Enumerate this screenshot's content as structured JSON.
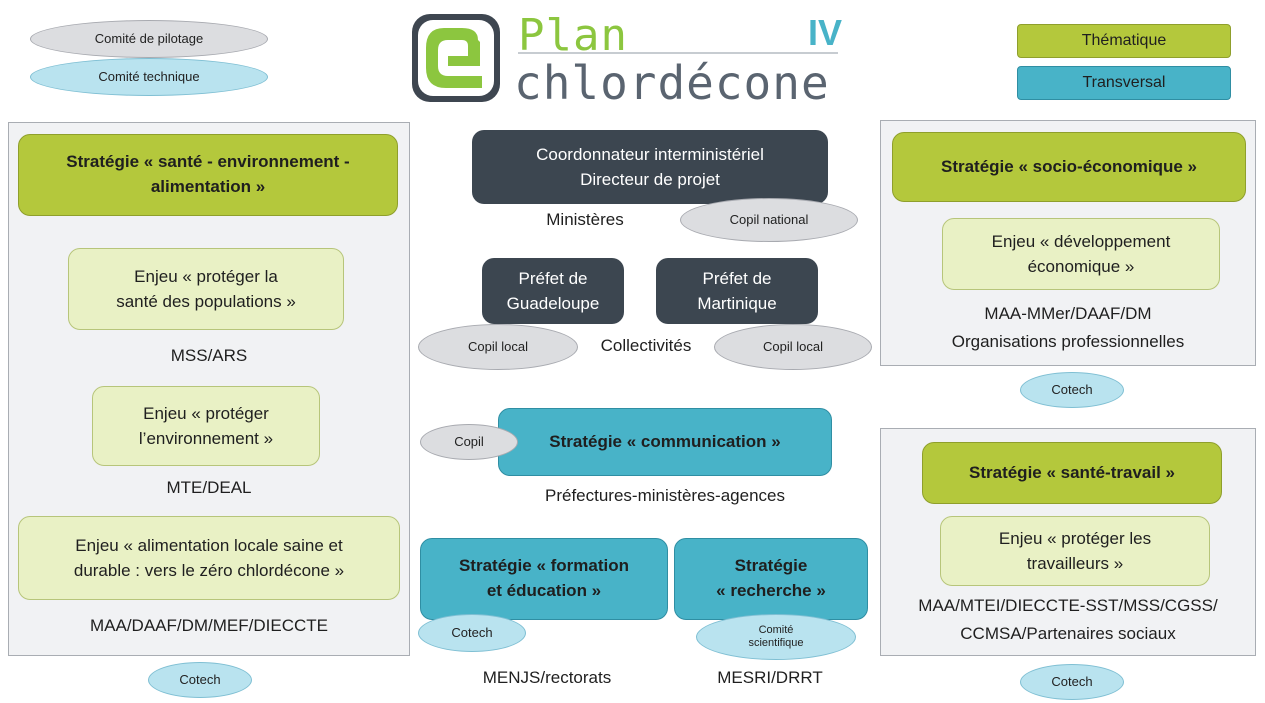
{
  "governance_legend": {
    "steering": "Comité de pilotage",
    "technical": "Comité technique"
  },
  "logo": {
    "word1": "Plan",
    "word2": "chlordécone",
    "numeral": "IV"
  },
  "type_legend": {
    "thematic": "Thématique",
    "transversal": "Transversal"
  },
  "left": {
    "strategy": "Stratégie « santé - environnement - alimentation »",
    "stakes": [
      {
        "title": "Enjeu « protéger la\nsanté des populations »",
        "actor": "MSS/ARS"
      },
      {
        "title": "Enjeu « protéger\nl’environnement »",
        "actor": "MTE/DEAL"
      },
      {
        "title": "Enjeu « alimentation locale saine et\ndurable : vers le zéro chlordécone »",
        "actor": "MAA/DAAF/DM/MEF/DIECCTE"
      }
    ],
    "committee": "Cotech"
  },
  "center": {
    "coordinator": "Coordonnateur interministériel\nDirecteur de projet",
    "ministries": "Ministères",
    "copil_national": "Copil national",
    "prefect_guadeloupe": "Préfet de\nGuadeloupe",
    "prefect_martinique": "Préfet de\nMartinique",
    "copil_local_left": "Copil local",
    "copil_local_right": "Copil local",
    "collectivities": "Collectivités",
    "communication": "Stratégie « communication »",
    "copil": "Copil",
    "communication_actor": "Préfectures-ministères-agences",
    "training": "Stratégie « formation\net éducation »",
    "training_committee": "Cotech",
    "training_actor": "MENJS/rectorats",
    "research": "Stratégie\n« recherche »",
    "research_committee": "Comité\nscientifique",
    "research_actor": "MESRI/DRRT"
  },
  "right_top": {
    "strategy": "Stratégie « socio-économique »",
    "stake": "Enjeu « développement\néconomique »",
    "actor_line1": "MAA-MMer/DAAF/DM",
    "actor_line2": "Organisations professionnelles",
    "committee": "Cotech"
  },
  "right_bottom": {
    "strategy": "Stratégie « santé-travail »",
    "stake": "Enjeu « protéger les\ntravailleurs »",
    "actor_line1": "MAA/MTEI/DIECCTE-SST/MSS/CGSS/",
    "actor_line2": "CCMSA/Partenaires sociaux",
    "committee": "Cotech"
  },
  "colors": {
    "thematic": "#b4c83c",
    "thematic_light": "#e9f1c5",
    "transversal": "#48b3c8",
    "governance_dark": "#3c4650",
    "steering_ellipse": "#dcdde0",
    "technical_ellipse": "#b9e3ef",
    "logo_green": "#8cc63f",
    "logo_grey": "#5a6470"
  }
}
